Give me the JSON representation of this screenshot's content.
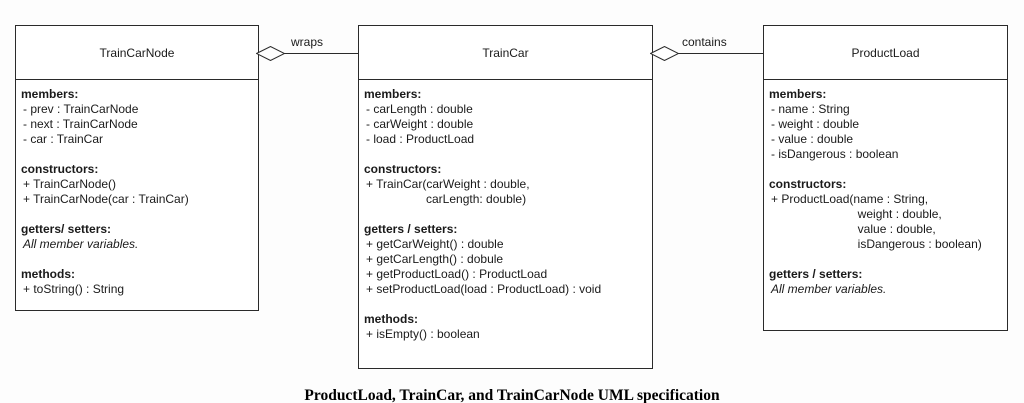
{
  "diagram": {
    "caption": "ProductLoad, TrainCar, and TrainCarNode UML specification",
    "relationships": [
      {
        "label": "wraps",
        "type": "aggregation",
        "from": "TrainCarNode",
        "to": "TrainCar"
      },
      {
        "label": "contains",
        "type": "aggregation",
        "from": "TrainCar",
        "to": "ProductLoad"
      }
    ],
    "classes": [
      {
        "name": "TrainCarNode",
        "sections": [
          {
            "header": "members:",
            "lines": [
              "- prev : TrainCarNode",
              "- next : TrainCarNode",
              "- car : TrainCar"
            ]
          },
          {
            "header": "constructors:",
            "lines": [
              "+ TrainCarNode()",
              "+ TrainCarNode(car : TrainCar)"
            ]
          },
          {
            "header": "getters/ setters:",
            "lines": [
              "All member variables."
            ]
          },
          {
            "header": "methods:",
            "lines": [
              "+ toString() : String"
            ]
          }
        ]
      },
      {
        "name": "TrainCar",
        "sections": [
          {
            "header": "members:",
            "lines": [
              "- carLength : double",
              "- carWeight : double",
              "- load : ProductLoad"
            ]
          },
          {
            "header": "constructors:",
            "lines": [
              "+ TrainCar(carWeight : double,",
              "                  carLength: double)"
            ]
          },
          {
            "header": "getters / setters:",
            "lines": [
              "+ getCarWeight() : double",
              "+ getCarLength() : dobule",
              "+ getProductLoad() : ProductLoad",
              "+ setProductLoad(load : ProductLoad) : void"
            ]
          },
          {
            "header": "methods:",
            "lines": [
              "+ isEmpty() : boolean"
            ]
          }
        ]
      },
      {
        "name": "ProductLoad",
        "sections": [
          {
            "header": "members:",
            "lines": [
              "- name : String",
              "- weight : double",
              "- value : double",
              "- isDangerous : boolean"
            ]
          },
          {
            "header": "constructors:",
            "lines": [
              "+ ProductLoad(name : String,",
              "                          weight : double,",
              "                          value : double,",
              "                          isDangerous : boolean)"
            ]
          },
          {
            "header": "getters / setters:",
            "lines": [
              "All member variables."
            ]
          }
        ]
      }
    ]
  }
}
